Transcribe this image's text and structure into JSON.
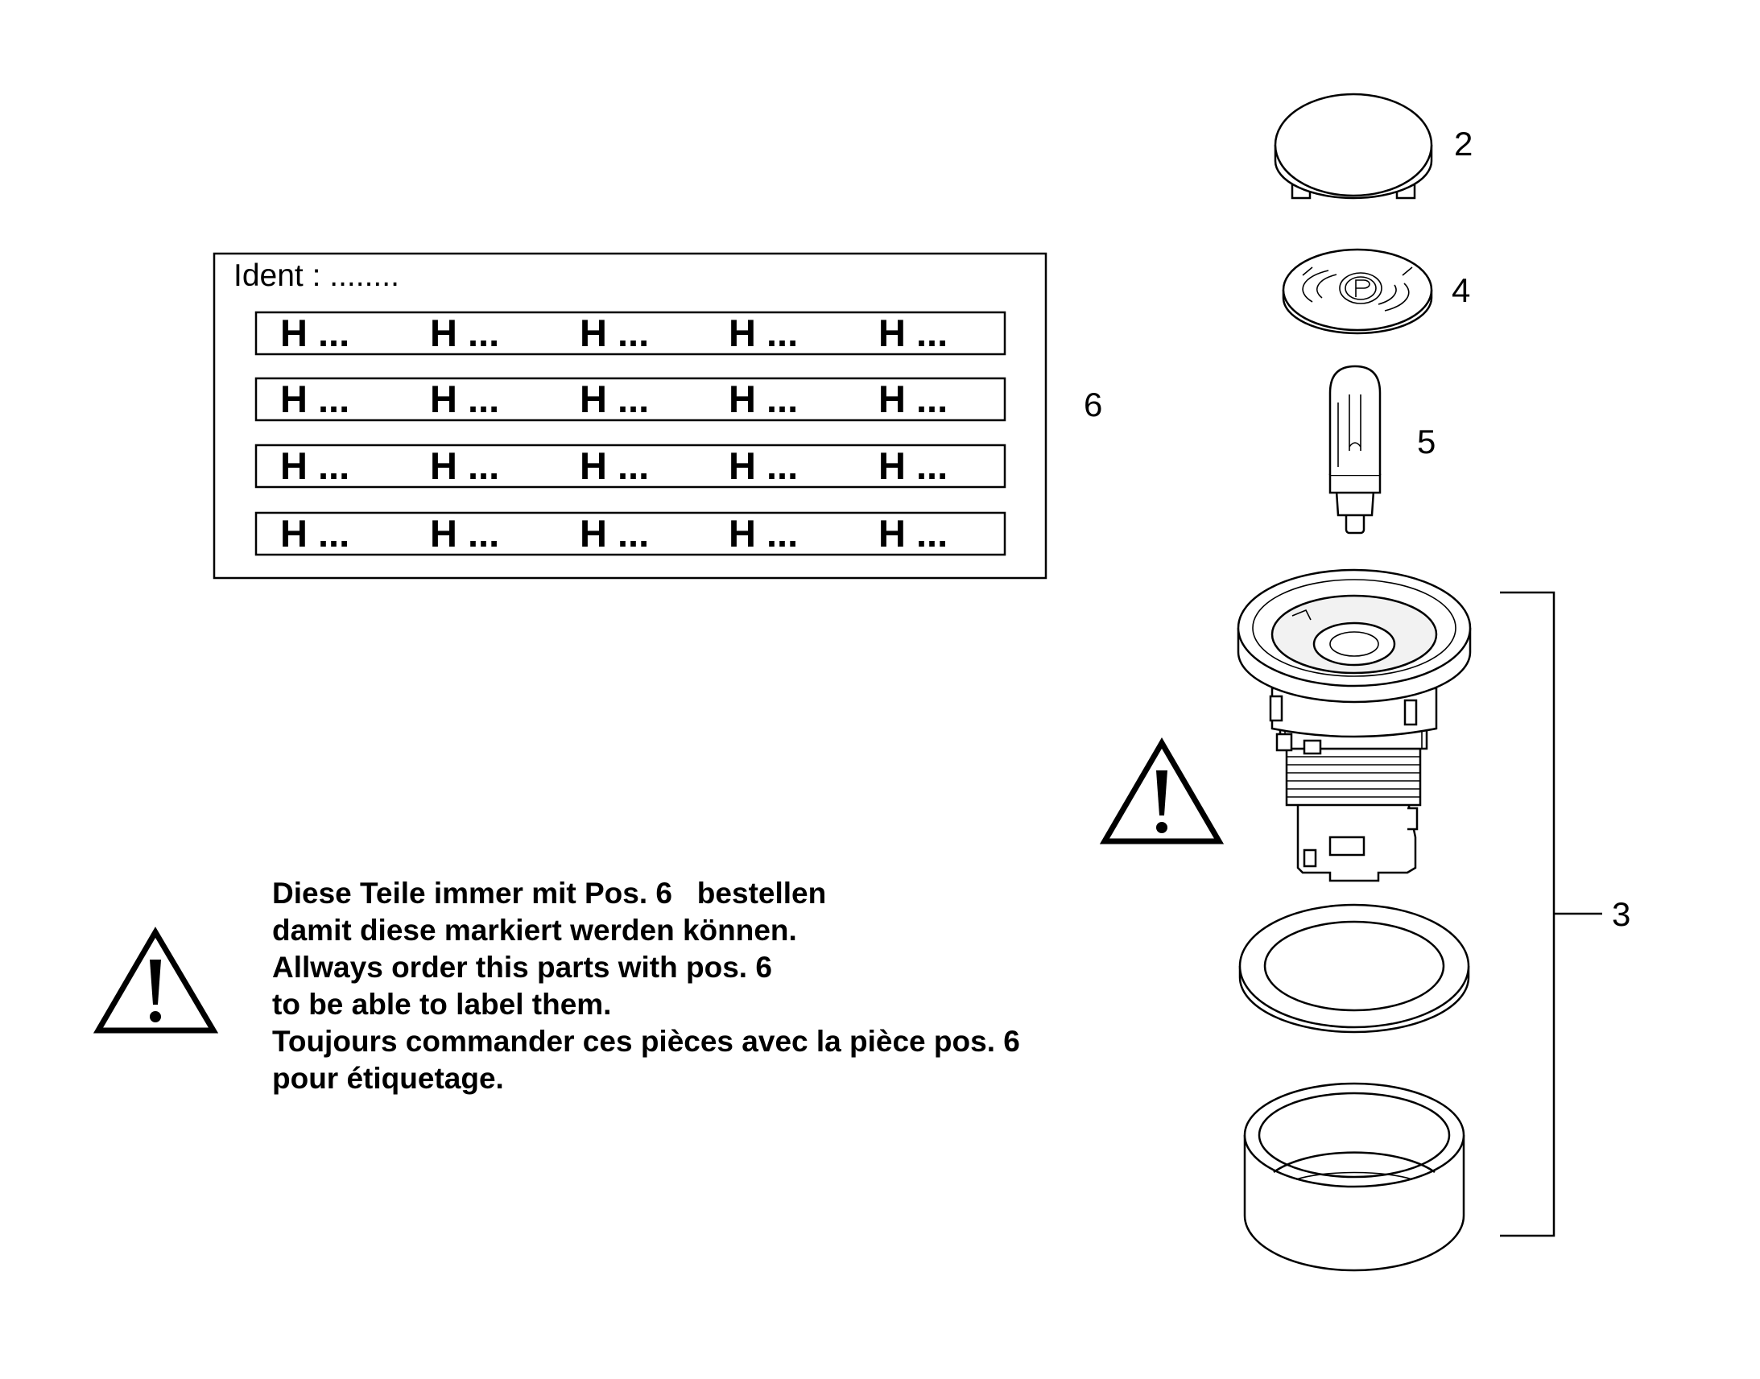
{
  "label_sheet": {
    "ident_text": "Ident : ........",
    "rows": [
      [
        "H ...",
        "H ...",
        "H ...",
        "H ...",
        "H ..."
      ],
      [
        "H ...",
        "H ...",
        "H ...",
        "H ...",
        "H ..."
      ],
      [
        "H ...",
        "H ...",
        "H ...",
        "H ...",
        "H ..."
      ],
      [
        "H ...",
        "H ...",
        "H ...",
        "H ...",
        "H ..."
      ]
    ]
  },
  "callouts": {
    "pos2": "2",
    "pos3": "3",
    "pos4": "4",
    "pos5": "5",
    "pos6": "6"
  },
  "warning_note": {
    "lines": [
      "Diese Teile immer mit Pos. 6   bestellen",
      "damit diese markiert werden können.",
      "Allways order this parts with pos. 6",
      "to be able to label them.",
      "Toujours commander ces pièces avec la pièce pos. 6",
      "pour étiquetage."
    ]
  },
  "icons": {
    "note_warning": "warning-triangle-icon",
    "part_warning": "warning-triangle-icon",
    "cap_symbol": "parking-p-icon"
  }
}
